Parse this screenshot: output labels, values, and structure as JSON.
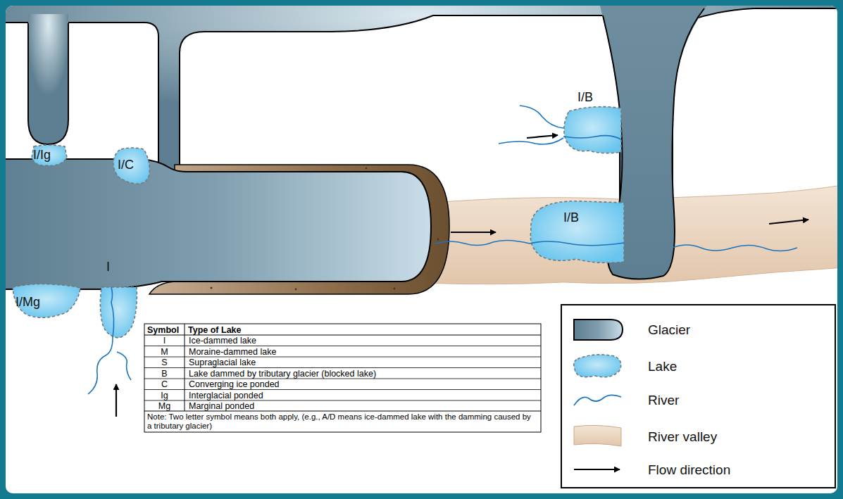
{
  "diagram": {
    "nodes": [
      {
        "text": [
          "I/Ig"
        ]
      },
      {
        "text": [
          "I/C"
        ]
      },
      {
        "text": [
          "I/B"
        ]
      },
      {
        "text": [
          "I/B"
        ]
      },
      {
        "text": [
          "I/Mg"
        ]
      },
      {
        "text": [
          "I"
        ]
      }
    ],
    "labels": [
      "Symbol",
      "Type of Lake",
      "I",
      "Ice-dammed lake",
      "M",
      "Moraine-dammed lake",
      "S",
      "Supraglacial lake",
      "B",
      "Lake dammed by tributary glacier (blocked lake)",
      "C",
      "Converging ice ponded",
      "Ig",
      "Interglacial ponded",
      "Mg",
      "Marginal ponded",
      "Note: Two letter symbol means both apply, (e.g., A/D means ice-dammed lake with the damming caused by a tributary glacier)"
    ],
    "legend": [
      {
        "text": "Glacier"
      },
      {
        "text": "Lake"
      },
      {
        "text": "River"
      },
      {
        "text": "River valley"
      },
      {
        "text": "Flow direction"
      }
    ]
  }
}
